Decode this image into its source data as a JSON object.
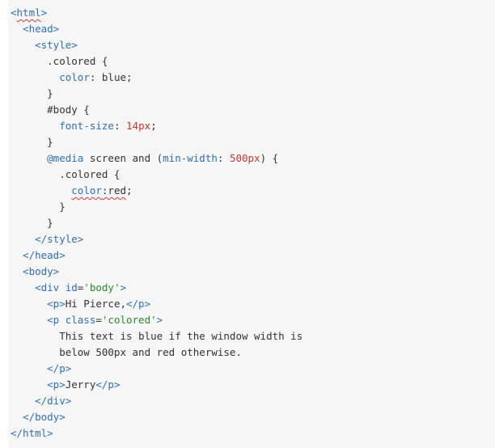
{
  "code_lines": [
    [
      {
        "t": "<",
        "c": "tag"
      },
      {
        "t": "html",
        "c": "tag sq"
      },
      {
        "t": ">",
        "c": "tag"
      }
    ],
    [
      {
        "t": "  <head>",
        "c": "tag"
      }
    ],
    [
      {
        "t": "    <style>",
        "c": "tag"
      }
    ],
    [
      {
        "t": "      .colored {",
        "c": ""
      }
    ],
    [
      {
        "t": "        ",
        "c": ""
      },
      {
        "t": "color",
        "c": "prop"
      },
      {
        "t": ": blue;",
        "c": ""
      }
    ],
    [
      {
        "t": "      }",
        "c": ""
      }
    ],
    [
      {
        "t": "      #body {",
        "c": ""
      }
    ],
    [
      {
        "t": "        ",
        "c": ""
      },
      {
        "t": "font-size",
        "c": "prop"
      },
      {
        "t": ": ",
        "c": ""
      },
      {
        "t": "14px",
        "c": "num"
      },
      {
        "t": ";",
        "c": ""
      }
    ],
    [
      {
        "t": "      }",
        "c": ""
      }
    ],
    [
      {
        "t": "      ",
        "c": ""
      },
      {
        "t": "@media",
        "c": "kw"
      },
      {
        "t": " screen and (",
        "c": ""
      },
      {
        "t": "min-width",
        "c": "prop"
      },
      {
        "t": ": ",
        "c": ""
      },
      {
        "t": "500px",
        "c": "num"
      },
      {
        "t": ") {",
        "c": ""
      }
    ],
    [
      {
        "t": "        .colored {",
        "c": ""
      }
    ],
    [
      {
        "t": "          ",
        "c": ""
      },
      {
        "t": "color",
        "c": "prop sq"
      },
      {
        "t": ":red",
        "c": "sq"
      },
      {
        "t": ";",
        "c": ""
      }
    ],
    [
      {
        "t": "        }",
        "c": ""
      }
    ],
    [
      {
        "t": "      }",
        "c": ""
      }
    ],
    [
      {
        "t": "    </style>",
        "c": "tag"
      }
    ],
    [
      {
        "t": "  </head>",
        "c": "tag"
      }
    ],
    [
      {
        "t": "  <body>",
        "c": "tag"
      }
    ],
    [
      {
        "t": "    <div ",
        "c": "tag"
      },
      {
        "t": "id",
        "c": "prop"
      },
      {
        "t": "=",
        "c": ""
      },
      {
        "t": "'body'",
        "c": "str"
      },
      {
        "t": ">",
        "c": "tag"
      }
    ],
    [
      {
        "t": "      <p>",
        "c": "tag"
      },
      {
        "t": "Hi Pierce,",
        "c": ""
      },
      {
        "t": "</p>",
        "c": "tag"
      }
    ],
    [
      {
        "t": "      <p ",
        "c": "tag"
      },
      {
        "t": "class",
        "c": "prop"
      },
      {
        "t": "=",
        "c": ""
      },
      {
        "t": "'colored'",
        "c": "str"
      },
      {
        "t": ">",
        "c": "tag"
      }
    ],
    [
      {
        "t": "        This text is blue if the window width is",
        "c": ""
      }
    ],
    [
      {
        "t": "        below 500px and red otherwise.",
        "c": ""
      }
    ],
    [
      {
        "t": "      </p>",
        "c": "tag"
      }
    ],
    [
      {
        "t": "      <p>",
        "c": "tag"
      },
      {
        "t": "Jerry",
        "c": ""
      },
      {
        "t": "</p>",
        "c": "tag"
      }
    ],
    [
      {
        "t": "    </div>",
        "c": "tag"
      }
    ],
    [
      {
        "t": "  </body>",
        "c": "tag"
      }
    ],
    [
      {
        "t": "</html>",
        "c": "tag"
      }
    ]
  ]
}
